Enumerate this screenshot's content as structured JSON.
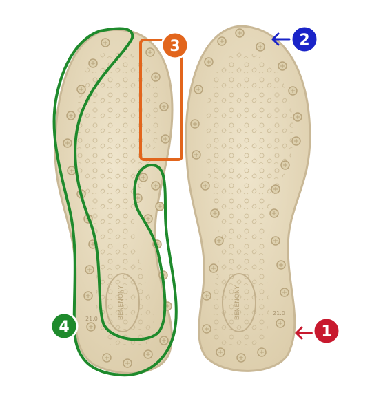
{
  "colors": {
    "sole_fill": "#e8dcc0",
    "sole_edge": "#c9b896",
    "tread_dark": "#b8a47c",
    "stud_fill": "#ddd0ae",
    "green": "#1e8a2c",
    "orange": "#e2651c",
    "blue": "#1a24c8",
    "red": "#c8192e",
    "white": "#ffffff"
  },
  "badges": [
    {
      "id": "badge-1",
      "label": "1",
      "color_key": "red",
      "arrow": "left",
      "icon": "arrow-left-icon"
    },
    {
      "id": "badge-2",
      "label": "2",
      "color_key": "blue",
      "arrow": "left",
      "icon": "arrow-left-icon"
    },
    {
      "id": "badge-3",
      "label": "3",
      "color_key": "orange",
      "arrow": "none"
    },
    {
      "id": "badge-4",
      "label": "4",
      "color_key": "green",
      "arrow": "none"
    }
  ],
  "sole_marks": {
    "left_size": "21.0",
    "right_size": "21.0",
    "brand_left": "BENENONY",
    "brand_right": "BENENONY"
  }
}
